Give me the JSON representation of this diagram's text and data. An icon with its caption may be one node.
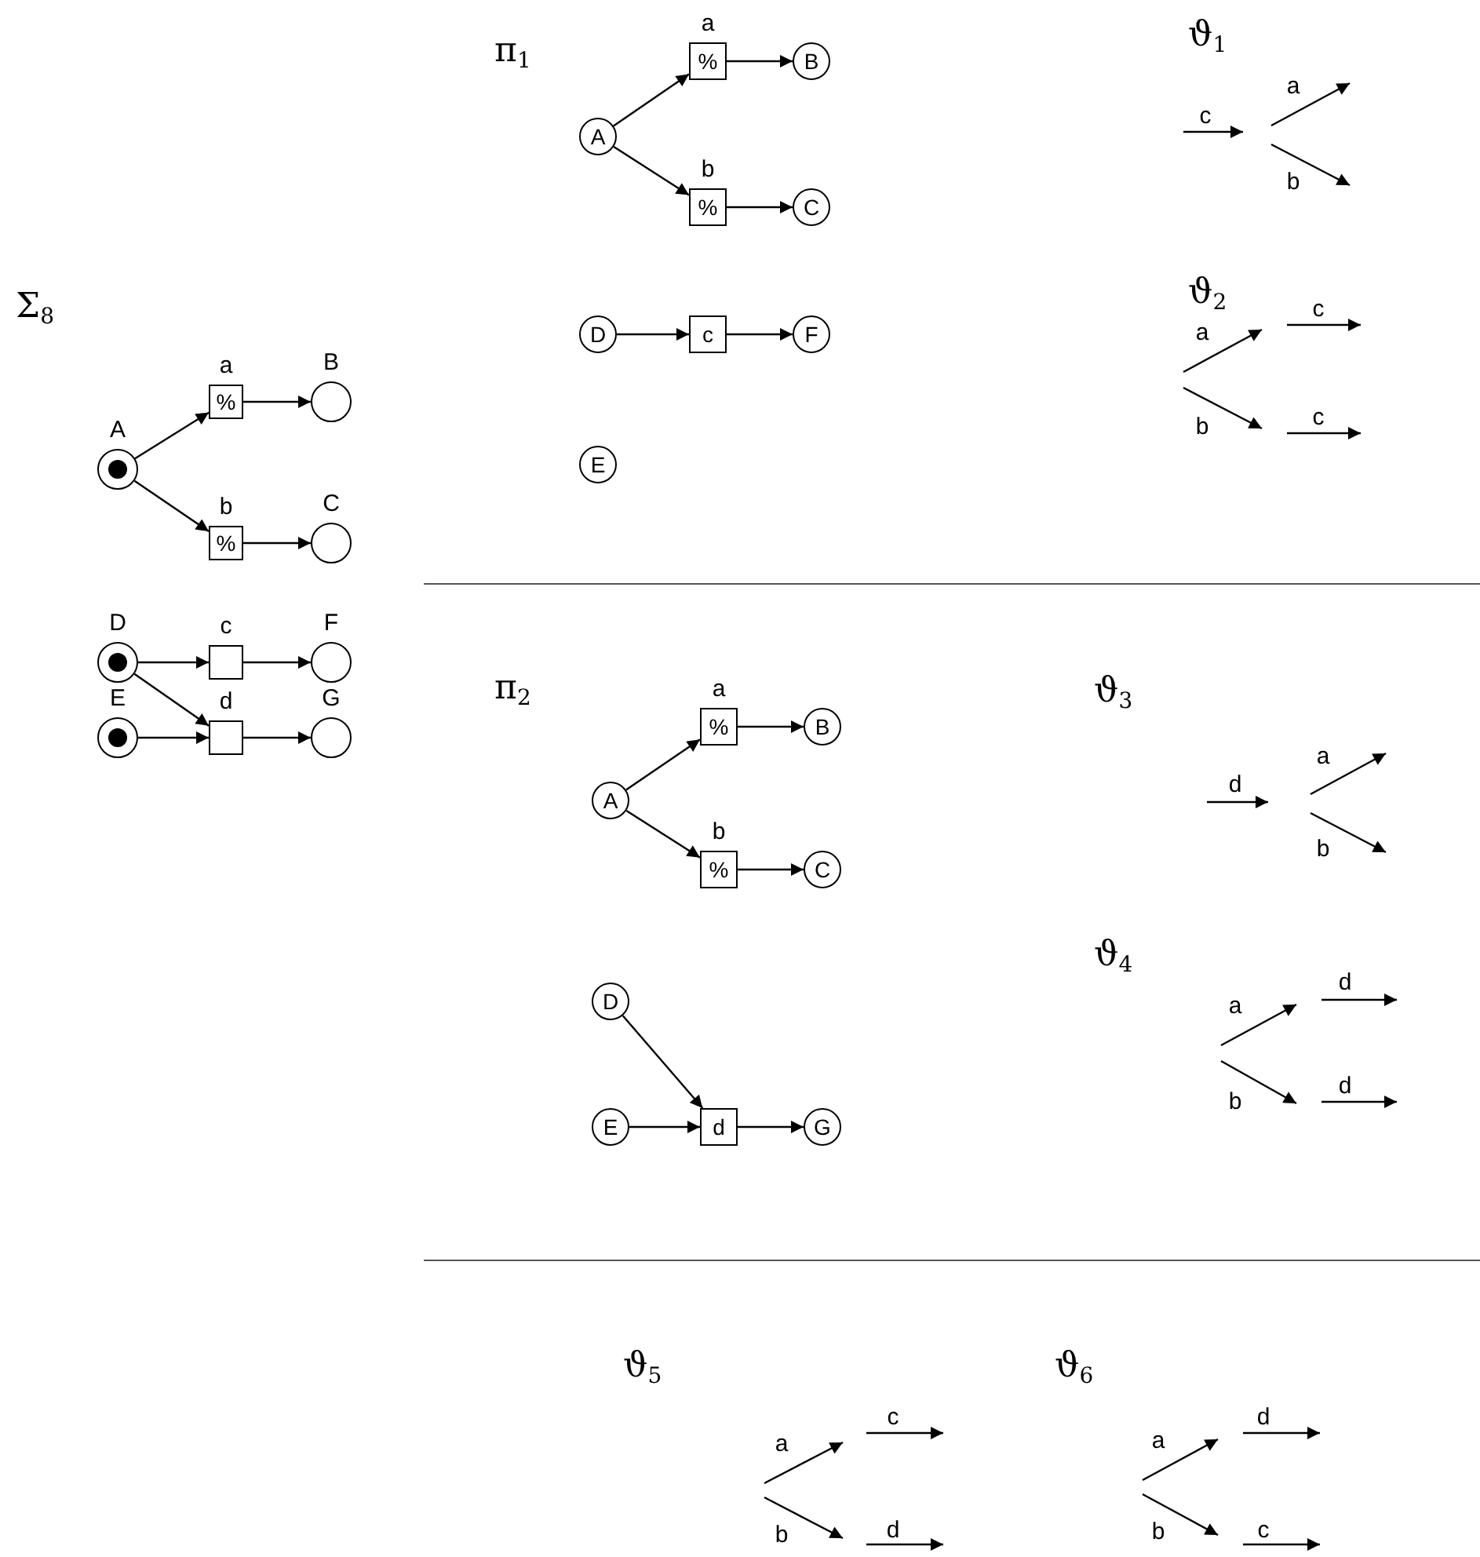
{
  "diagram": {
    "nodes": [
      {
        "text": [],
        "shape": "circle",
        "beside": [
          "A"
        ]
      },
      {
        "text": [
          "%"
        ],
        "beside": [
          "a"
        ]
      },
      {
        "text": [],
        "shape": "circle",
        "beside": [
          "B"
        ]
      },
      {
        "text": [
          "%"
        ],
        "beside": [
          "b"
        ]
      },
      {
        "text": [],
        "shape": "circle",
        "beside": [
          "C"
        ]
      },
      {
        "text": [],
        "shape": "circle",
        "beside": [
          "D"
        ]
      },
      {
        "text": [],
        "shape": "box",
        "beside": [
          "c"
        ]
      },
      {
        "text": [],
        "shape": "circle",
        "beside": [
          "F"
        ]
      },
      {
        "text": [],
        "shape": "circle",
        "beside": [
          "E"
        ]
      },
      {
        "text": [],
        "shape": "box",
        "beside": [
          "d"
        ]
      },
      {
        "text": [],
        "shape": "circle",
        "beside": [
          "G"
        ]
      },
      {
        "text": [
          "A"
        ]
      },
      {
        "text": [
          "%"
        ],
        "beside": [
          "a"
        ]
      },
      {
        "text": [
          "B"
        ]
      },
      {
        "text": [
          "%"
        ],
        "beside": [
          "b"
        ]
      },
      {
        "text": [
          "C"
        ]
      },
      {
        "text": [
          "D"
        ]
      },
      {
        "text": [
          "c"
        ]
      },
      {
        "text": [
          "F"
        ]
      },
      {
        "text": [
          "E"
        ]
      },
      {
        "text": [
          "A"
        ]
      },
      {
        "text": [
          "%"
        ],
        "beside": [
          "a"
        ]
      },
      {
        "text": [
          "B"
        ]
      },
      {
        "text": [
          "%"
        ],
        "beside": [
          "b"
        ]
      },
      {
        "text": [
          "C"
        ]
      },
      {
        "text": [
          "D"
        ]
      },
      {
        "text": [
          "E"
        ]
      },
      {
        "text": [
          "d"
        ]
      },
      {
        "text": [
          "G"
        ]
      }
    ],
    "edges": [
      {
        "from": 0,
        "to": 1,
        "arrow": "to"
      },
      {
        "from": 1,
        "to": 2,
        "arrow": "to"
      },
      {
        "from": 0,
        "to": 3,
        "arrow": "to"
      },
      {
        "from": 3,
        "to": 4,
        "arrow": "to"
      },
      {
        "from": 5,
        "to": 6,
        "arrow": "to"
      },
      {
        "from": 6,
        "to": 7,
        "arrow": "to"
      },
      {
        "from": 5,
        "to": 9,
        "arrow": "to"
      },
      {
        "from": 8,
        "to": 9,
        "arrow": "to"
      },
      {
        "from": 9,
        "to": 10,
        "arrow": "to"
      },
      {
        "from": 11,
        "to": 12,
        "arrow": "to"
      },
      {
        "from": 12,
        "to": 13,
        "arrow": "to"
      },
      {
        "from": 11,
        "to": 14,
        "arrow": "to"
      },
      {
        "from": 14,
        "to": 15,
        "arrow": "to"
      },
      {
        "from": 16,
        "to": 17,
        "arrow": "to"
      },
      {
        "from": 17,
        "to": 18,
        "arrow": "to"
      },
      {
        "from": 20,
        "to": 21,
        "arrow": "to"
      },
      {
        "from": 21,
        "to": 22,
        "arrow": "to"
      },
      {
        "from": 20,
        "to": 23,
        "arrow": "to"
      },
      {
        "from": 23,
        "to": 24,
        "arrow": "to"
      },
      {
        "from": 25,
        "to": 27,
        "arrow": "to"
      },
      {
        "from": 26,
        "to": 27,
        "arrow": "to"
      },
      {
        "from": 27,
        "to": 28,
        "arrow": "to"
      }
    ],
    "labels": [
      "π$_{1}$",
      "ϑ$_{1}$",
      "c",
      "a",
      "b",
      "Σ$_{8}$",
      "ϑ$_{2}$",
      "a",
      "c",
      "b",
      "c",
      "π$_{2}$",
      "ϑ$_{3}$",
      "a",
      "d",
      "b",
      "ϑ$_{4}$",
      "d",
      "a",
      "b",
      "d",
      "ϑ$_{5}$",
      "ϑ$_{6}$",
      "c",
      "a",
      "d",
      "a",
      "b",
      "d",
      "b",
      "c"
    ]
  }
}
